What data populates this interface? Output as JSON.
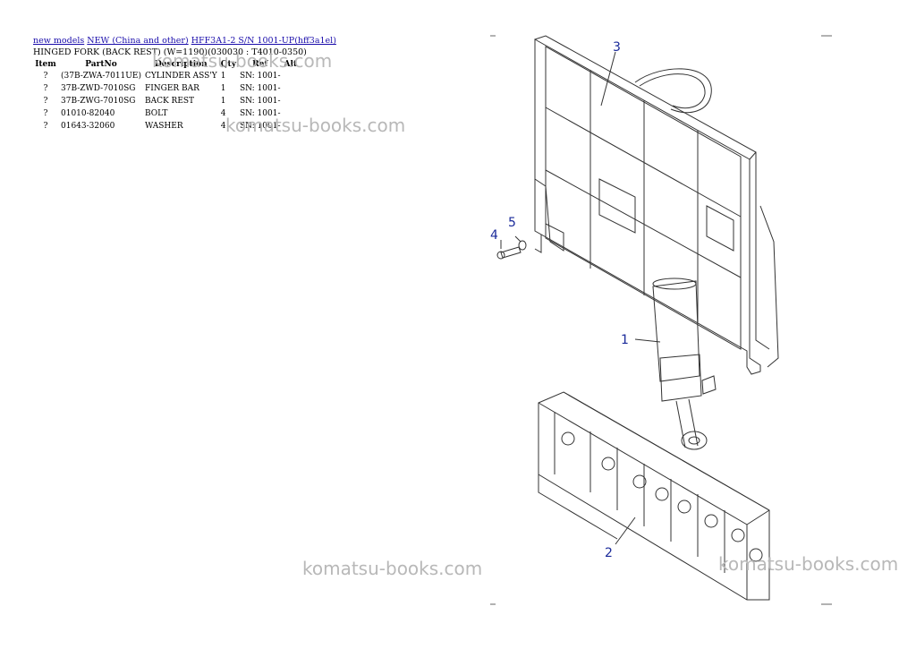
{
  "breadcrumb": {
    "link1": "new models",
    "link2": "NEW (China and other)",
    "link3": "HFF3A1-2 S/N 1001-UP(hff3a1el)"
  },
  "subtitle": "HINGED FORK (BACK REST) (W=1190)(030030 : T4010-0350)",
  "table": {
    "headers": [
      "Item",
      "PartNo",
      "Description",
      "Qty",
      "Ref",
      "Alt"
    ],
    "rows": [
      {
        "item": "?",
        "partno": "(37B-ZWA-7011UE)",
        "desc": "CYLINDER ASS'Y",
        "qty": "1",
        "ref": "SN: 1001-",
        "alt": ""
      },
      {
        "item": "?",
        "partno": "37B-ZWD-7010SG",
        "desc": "FINGER BAR",
        "qty": "1",
        "ref": "SN: 1001-",
        "alt": ""
      },
      {
        "item": "?",
        "partno": "37B-ZWG-7010SG",
        "desc": "BACK REST",
        "qty": "1",
        "ref": "SN: 1001-",
        "alt": ""
      },
      {
        "item": "?",
        "partno": "01010-82040",
        "desc": "BOLT",
        "qty": "4",
        "ref": "SN: 1001-",
        "alt": ""
      },
      {
        "item": "?",
        "partno": "01643-32060",
        "desc": "WASHER",
        "qty": "4",
        "ref": "SN: 1001-",
        "alt": ""
      }
    ]
  },
  "watermark": "komatsu-books.com",
  "callouts": [
    "1",
    "2",
    "3",
    "4",
    "5"
  ]
}
